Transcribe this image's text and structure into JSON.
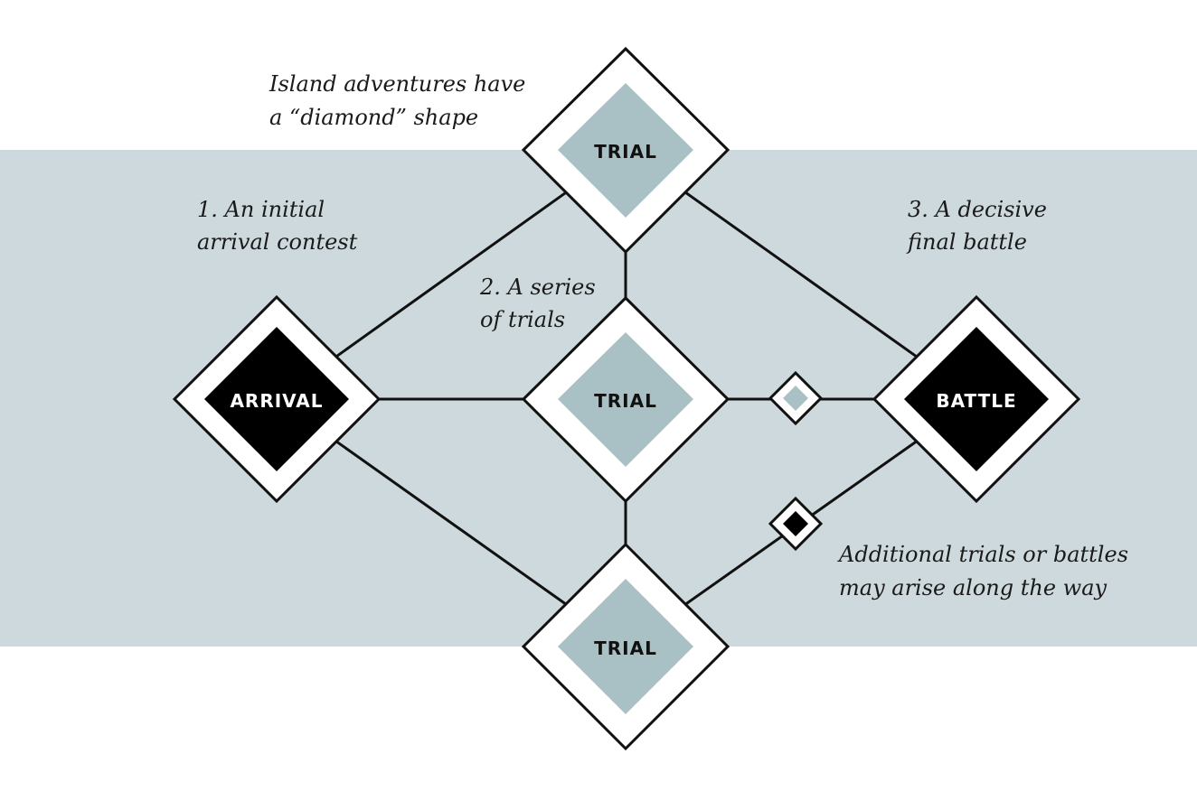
{
  "colors": {
    "background": "#ffffff",
    "band": "#cdd9dc",
    "trial_fill": "#a9c0c4",
    "dark_fill": "#000000",
    "line": "#111111",
    "dark_text": "#ffffff",
    "trial_text": "#111111"
  },
  "annotations": {
    "shape_note": [
      "Island adventures have",
      "a “diamond” shape"
    ],
    "arrival_note": [
      "1. An initial",
      "arrival contest"
    ],
    "trials_note": [
      "2. A series",
      "of trials"
    ],
    "battle_note": [
      "3. A decisive",
      "final battle"
    ],
    "additional_note": [
      "Additional trials or battles",
      "may arise along the way"
    ]
  },
  "nodes": {
    "arrival": {
      "label": "ARRIVAL",
      "kind": "dark"
    },
    "trial_top": {
      "label": "TRIAL",
      "kind": "trial"
    },
    "trial_middle": {
      "label": "TRIAL",
      "kind": "trial"
    },
    "trial_bottom": {
      "label": "TRIAL",
      "kind": "trial"
    },
    "battle": {
      "label": "BATTLE",
      "kind": "dark"
    },
    "minor_trial": {
      "label": "",
      "kind": "trial"
    },
    "minor_battle": {
      "label": "",
      "kind": "dark"
    }
  }
}
